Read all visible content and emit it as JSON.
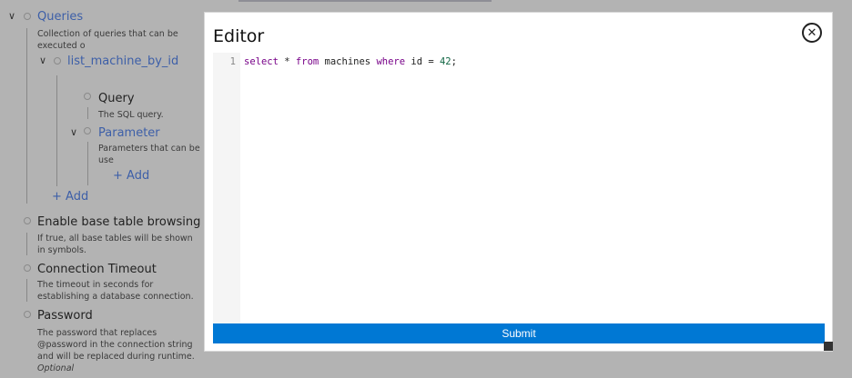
{
  "tree": {
    "queries": {
      "title": "Queries",
      "desc": "Collection of queries that can be executed o"
    },
    "list_machine": {
      "title": "list_machine_by_id"
    },
    "query": {
      "title": "Query",
      "desc": "The SQL query."
    },
    "parameter": {
      "title": "Parameter",
      "desc": "Parameters that can be use"
    },
    "add_label": "+ Add",
    "enable_browsing": {
      "title": "Enable base table browsing",
      "desc": "If true, all base tables will be shown in symbols."
    },
    "timeout": {
      "title": "Connection Timeout",
      "desc": "The timeout in seconds for establishing a database connection."
    },
    "password": {
      "title": "Password",
      "desc": "The password that replaces @password in the connection string and will be replaced during runtime.",
      "optional": "Optional"
    }
  },
  "editor": {
    "title": "Editor",
    "line_number": "1",
    "code_tokens": [
      "select",
      "* ",
      "from",
      " machines ",
      "where",
      " id = ",
      "42",
      ";"
    ],
    "submit_label": "Submit",
    "close_icon": "close-circle-icon",
    "accent_color": "#0078d4"
  }
}
